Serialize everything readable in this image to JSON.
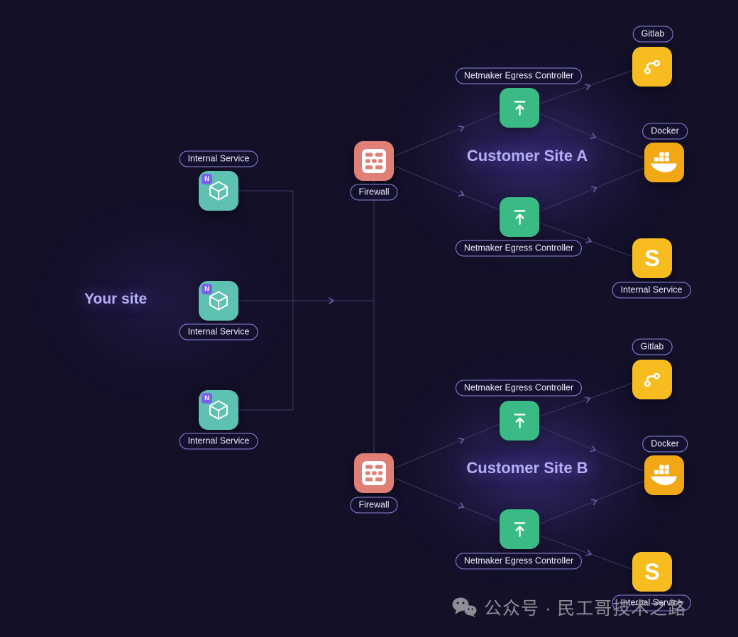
{
  "titles": {
    "your_site": "Your site",
    "site_a": "Customer Site A",
    "site_b": "Customer Site B"
  },
  "labels": {
    "internal_service": "Internal Service",
    "firewall": "Firewall",
    "egress_controller": "Netmaker Egress Controller",
    "gitlab": "Gitlab",
    "docker": "Docker"
  },
  "icons": {
    "cube_badge": "N",
    "s_letter": "S"
  },
  "watermark": {
    "text": "公众号 · 民工哥技术之路"
  },
  "colors": {
    "background": "#131028",
    "teal_tile": "#5fc1b2",
    "firewall_tile": "#df7f76",
    "egress_tile": "#3abb86",
    "gitlab_tile": "#f7bd20",
    "docker_tile": "#f2a815",
    "storage_tile": "#f7bd20",
    "badge_purple": "#7b5ff0",
    "line": "#3d3862",
    "accent_text": "#b5aef5",
    "pill_border": "#8e87de",
    "watermark_gray": "#8e8e97"
  }
}
